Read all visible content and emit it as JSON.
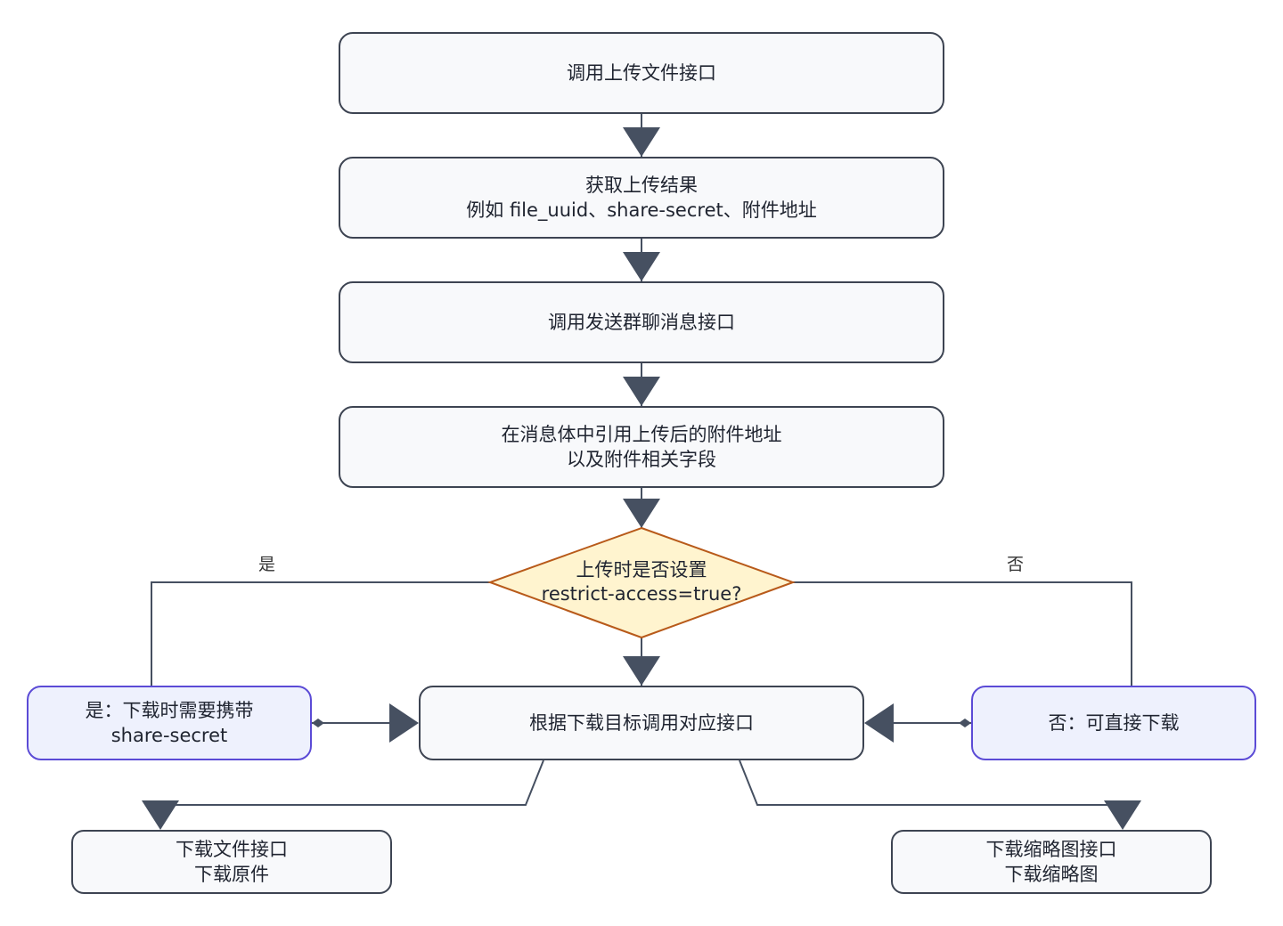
{
  "nodes": {
    "upload": {
      "lines": [
        "调用上传文件接口"
      ]
    },
    "result": {
      "lines": [
        "获取上传结果",
        "例如 file_uuid、share-secret、附件地址"
      ]
    },
    "send": {
      "lines": [
        "调用发送群聊消息接口"
      ]
    },
    "reference": {
      "lines": [
        "在消息体中引用上传后的附件地址",
        "以及附件相关字段"
      ]
    },
    "decision": {
      "lines": [
        "上传时是否设置",
        "restrict-access=true?"
      ]
    },
    "yes_note": {
      "lines": [
        "是：下载时需要携带",
        "share-secret"
      ]
    },
    "dispatch": {
      "lines": [
        "根据下载目标调用对应接口"
      ]
    },
    "no_note": {
      "lines": [
        "否：可直接下载"
      ]
    },
    "download_file": {
      "lines": [
        "下载文件接口",
        "下载原件"
      ]
    },
    "download_thumb": {
      "lines": [
        "下载缩略图接口",
        "下载缩略图"
      ]
    }
  },
  "branch_labels": {
    "yes": "是",
    "no": "否"
  },
  "colors": {
    "node_fill": "#f8f9fb",
    "node_border": "#3d4452",
    "note_fill": "#eef1fd",
    "note_border": "#5b4bd6",
    "decision_fill": "#fff4cf",
    "decision_border": "#b85a1a",
    "edge": "#465061",
    "arrow": "#465061"
  }
}
